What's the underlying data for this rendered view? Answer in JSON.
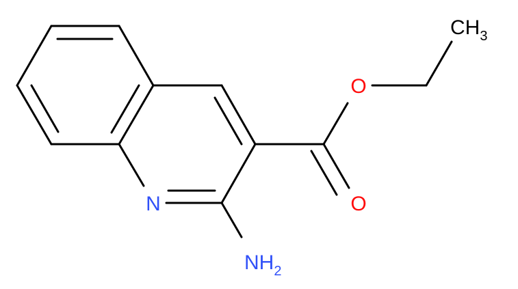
{
  "molecule": {
    "atoms": {
      "methyl": {
        "main": "CH",
        "sub": "3",
        "color": "#000000"
      },
      "ester_o": {
        "text": "O",
        "color": "#ff0d0d"
      },
      "carbonyl_o": {
        "text": "O",
        "color": "#ff0d0d"
      },
      "ring_n": {
        "text": "N",
        "color": "#3050f8"
      },
      "amino": {
        "main": "NH",
        "sub": "2",
        "color": "#3050f8"
      }
    },
    "bond_color": "#000000",
    "background": "#ffffff"
  }
}
